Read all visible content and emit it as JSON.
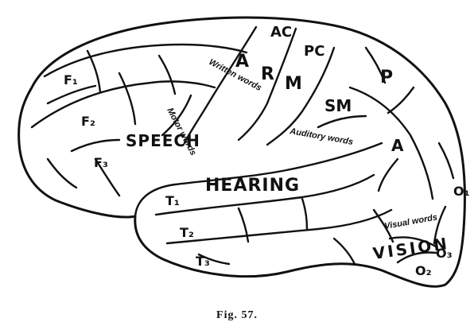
{
  "labels": {
    "ac": "AC",
    "pc": "PC",
    "a_top": "A",
    "r": "R",
    "m": "M",
    "p": "P",
    "sm": "SM",
    "a_right": "A",
    "f1": "F₁",
    "f2": "F₂",
    "f3": "F₃",
    "speech": "SPEECH",
    "hearing": "HEARING",
    "t1": "T₁",
    "t2": "T₂",
    "t3": "T₃",
    "vision": "VISION",
    "o1": "O₁",
    "o2": "O₂",
    "o3": "O₃",
    "written_words": "Written words",
    "motor_words": "Motor words",
    "auditory_words": "Auditory words",
    "visual_words": "Visual words"
  },
  "caption": "Fig. 57."
}
